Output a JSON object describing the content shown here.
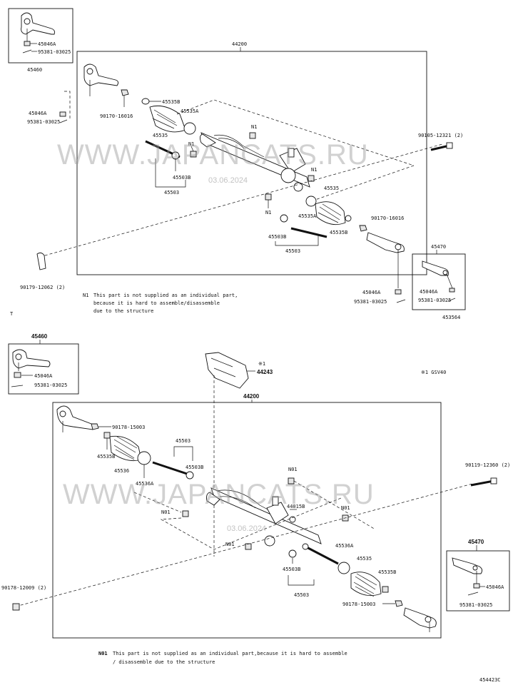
{
  "watermark": {
    "text": "WWW.JAPANCATS.RU",
    "date": "03.06.2024"
  },
  "top": {
    "assembly_no": "44200",
    "inset_left": {
      "title": "45460",
      "nut": "45046A",
      "pin": "95381-03025"
    },
    "inset_right": {
      "title": "45470",
      "nut": "45046A",
      "pin": "95381-03025"
    },
    "labels": {
      "nut_l": "45046A",
      "pin_l": "95381-03025",
      "bolt_l": "90170-16016",
      "clamp_l": "45535B",
      "ring_l": "45535A",
      "boot_l": "45535",
      "tierod_l": "45503B",
      "tierod_l_group": "45503",
      "n1_a": "N1",
      "n1_b": "N1",
      "n1_c": "N1",
      "n1_d": "N1",
      "bolt_r": "90105-12321 (2)",
      "boot_r": "45535",
      "ring_r": "45535A",
      "clamp_r": "45535B",
      "nut_r2": "90170-16016",
      "tierod_r": "45503B",
      "tierod_r_group": "45503",
      "bolt_bl": "90179-12062 (2)",
      "nut_r": "45046A",
      "pin_r": "95381-03025"
    },
    "note_key": "N1",
    "note_lines": [
      "This part is not supplied as an individual part,",
      "because it is hard to assemble/disassemble",
      "due to the structure"
    ],
    "code": "453564",
    "corner": "T"
  },
  "bottom": {
    "inset_left": {
      "title": "45460",
      "nut": "45046A",
      "pin": "95381-03025"
    },
    "inset_right": {
      "title": "45470",
      "nut": "45046A",
      "pin": "95381-03025"
    },
    "cover_ref": "※1",
    "cover_no": "44243",
    "footnote_ref": "※1 GSV40",
    "assembly_no": "44200",
    "labels": {
      "nut_l": "90178-15003",
      "clamp_l": "45535B",
      "boot_l": "45536",
      "ring_l": "45536A",
      "tierod_l_group": "45503",
      "tierod_l": "45503B",
      "n01_a": "N01",
      "n01_b": "N01",
      "n01_c": "N01",
      "n01_d": "N01",
      "cap": "44015B",
      "bolt_r": "90119-12360 (2)",
      "ring_r": "45536A",
      "boot_r": "45535",
      "clamp_r": "45535B",
      "tierod_r": "45503B",
      "tierod_r_group": "45503",
      "nut_r": "90178-15003",
      "bolt_bl": "90178-12009 (2)"
    },
    "note_key": "N01",
    "note_lines": [
      "This part is not supplied as an individual part,because it is hard to assemble",
      "/ disassemble due to the structure"
    ],
    "code": "454423C"
  }
}
